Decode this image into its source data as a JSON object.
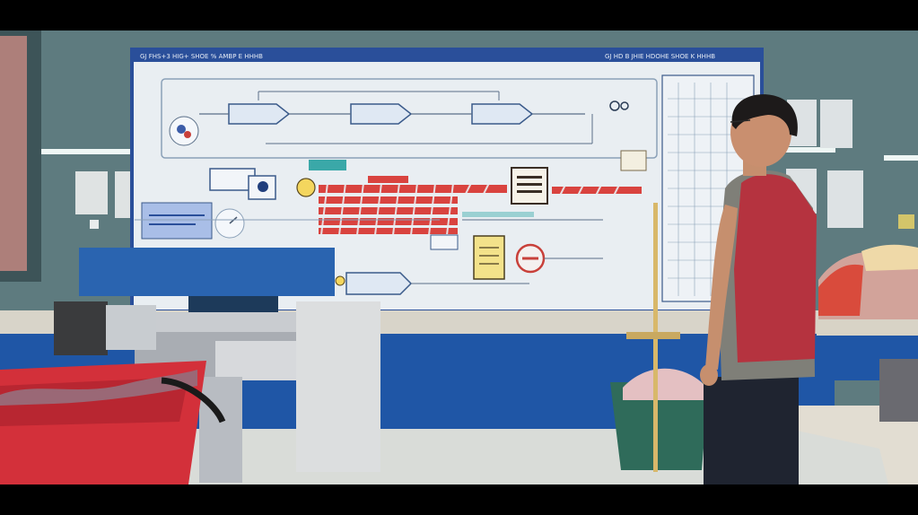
{
  "scene": {
    "description_kind": "photo",
    "board_header_left": "GJ FHS+3 HIG+ SHOE % AMBP E HHHB",
    "board_header_right": "GJ HD B JHIE HDOHE SHOE K HHHB",
    "board_text_left": "",
    "colors": {
      "wall": "#5e7b7f",
      "board": "#e9eef2",
      "board_frame": "#2a4f9a",
      "accent_red": "#d9433f",
      "press_blue": "#2a64b0",
      "counter_blue": "#1f56a6",
      "floor": "#d9dcd8",
      "vest": "#b5333f"
    }
  }
}
